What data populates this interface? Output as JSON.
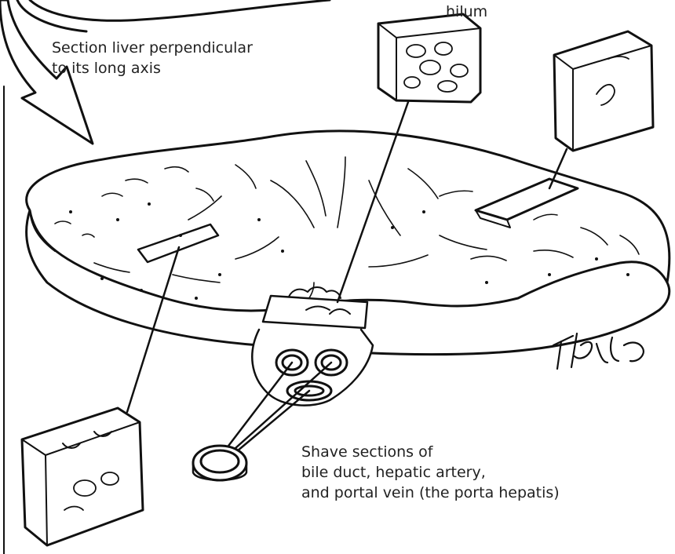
{
  "labels": {
    "hilum": "hilum",
    "section_lines": [
      "Section liver perpendicular",
      "to its long axis"
    ],
    "shave_lines": [
      "Shave sections of",
      "bile duct, hepatic artery,",
      "and portal vein (the porta hepatis)"
    ]
  },
  "signature": "TFPhelps",
  "colors": {
    "ink": "#111111",
    "paper": "#ffffff",
    "text": "#222222"
  },
  "icons": {
    "arrow": "curved-arrow-icon",
    "liver": "liver-slice-illustration",
    "hilum_block": "hilum-tissue-block",
    "peripheral_block": "peripheral-tissue-block",
    "lower_block": "lower-tissue-block",
    "ring": "vessel-ring-section"
  }
}
